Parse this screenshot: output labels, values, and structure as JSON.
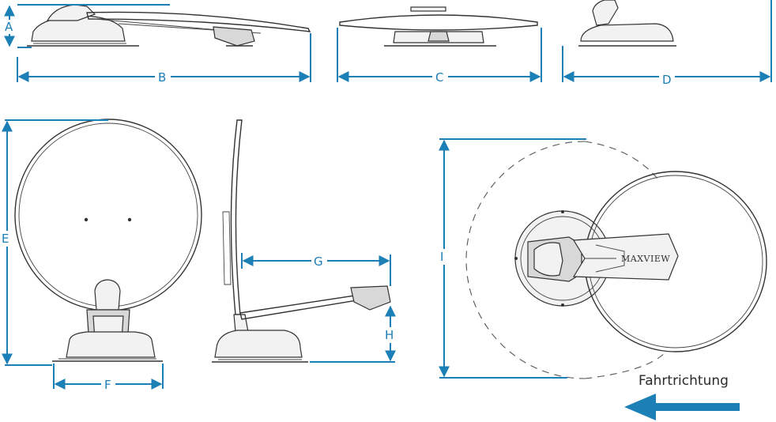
{
  "labels": {
    "A": "A",
    "B": "B",
    "C": "C",
    "D": "D",
    "E": "E",
    "F": "F",
    "G": "G",
    "H": "H",
    "I": "I"
  },
  "brand": "MAXVIEW",
  "direction_caption": "Fahrtrichtung",
  "colors": {
    "dimension": "#1c7fb6",
    "arrow": "#1c7fb6",
    "outline": "#333333"
  }
}
